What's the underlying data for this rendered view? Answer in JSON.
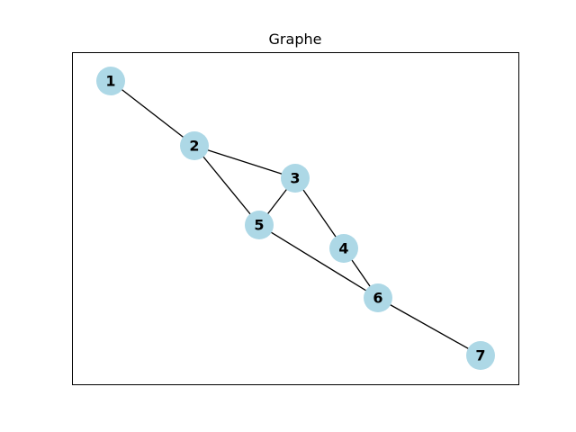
{
  "title": "Graphe",
  "colors": {
    "node_fill": "#add8e6",
    "edge": "#000000",
    "frame": "#000000",
    "background": "#ffffff"
  },
  "graph": {
    "nodes": [
      {
        "id": "1",
        "label": "1"
      },
      {
        "id": "2",
        "label": "2"
      },
      {
        "id": "3",
        "label": "3"
      },
      {
        "id": "4",
        "label": "4"
      },
      {
        "id": "5",
        "label": "5"
      },
      {
        "id": "6",
        "label": "6"
      },
      {
        "id": "7",
        "label": "7"
      }
    ],
    "edges": [
      [
        "1",
        "2"
      ],
      [
        "2",
        "3"
      ],
      [
        "2",
        "5"
      ],
      [
        "3",
        "5"
      ],
      [
        "3",
        "4"
      ],
      [
        "4",
        "6"
      ],
      [
        "5",
        "6"
      ],
      [
        "6",
        "7"
      ]
    ]
  }
}
